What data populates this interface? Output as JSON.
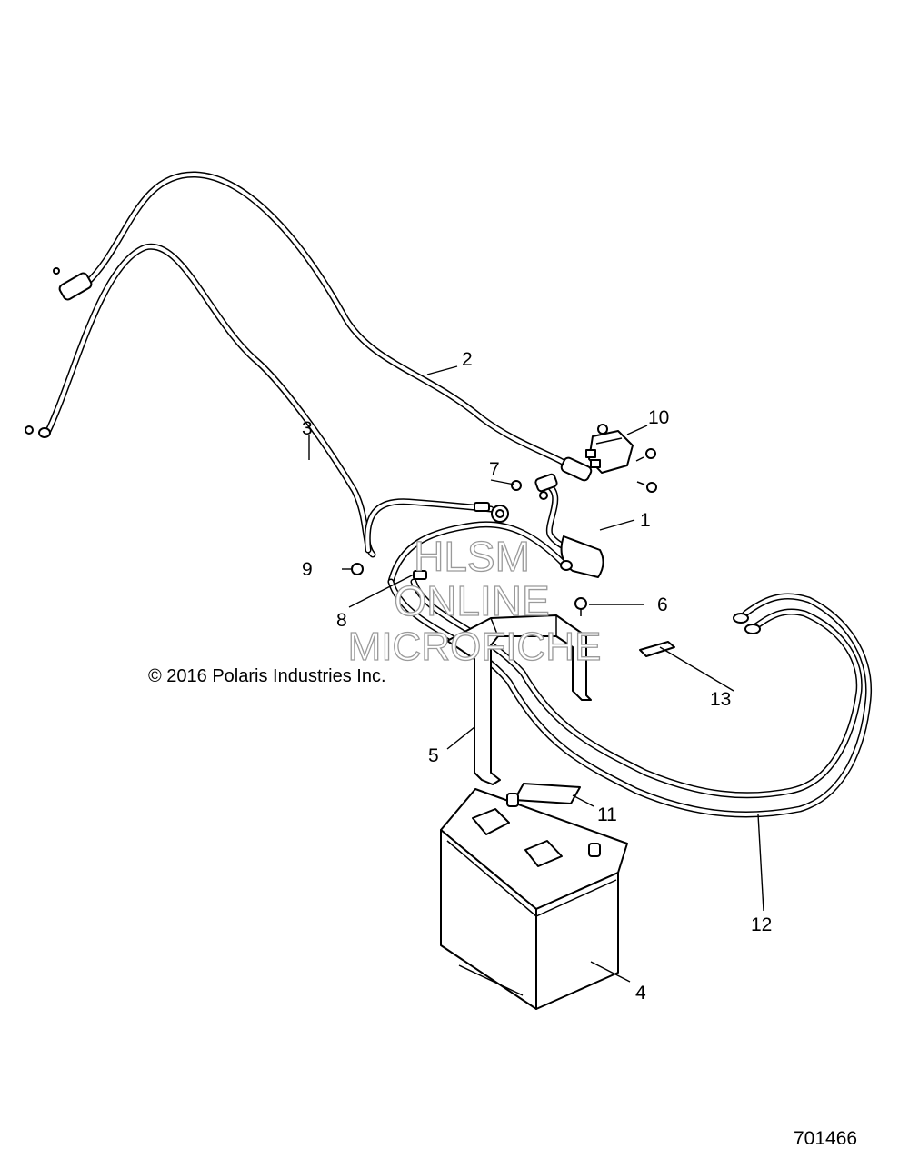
{
  "copyright": "© 2016 Polaris Industries Inc.",
  "diagram_number": "701466",
  "watermark": [
    "HLSM",
    "ONLINE",
    "MICROFICHE"
  ],
  "callouts": [
    "1",
    "2",
    "3",
    "4",
    "5",
    "6",
    "7",
    "8",
    "9",
    "10",
    "11",
    "12",
    "13"
  ]
}
